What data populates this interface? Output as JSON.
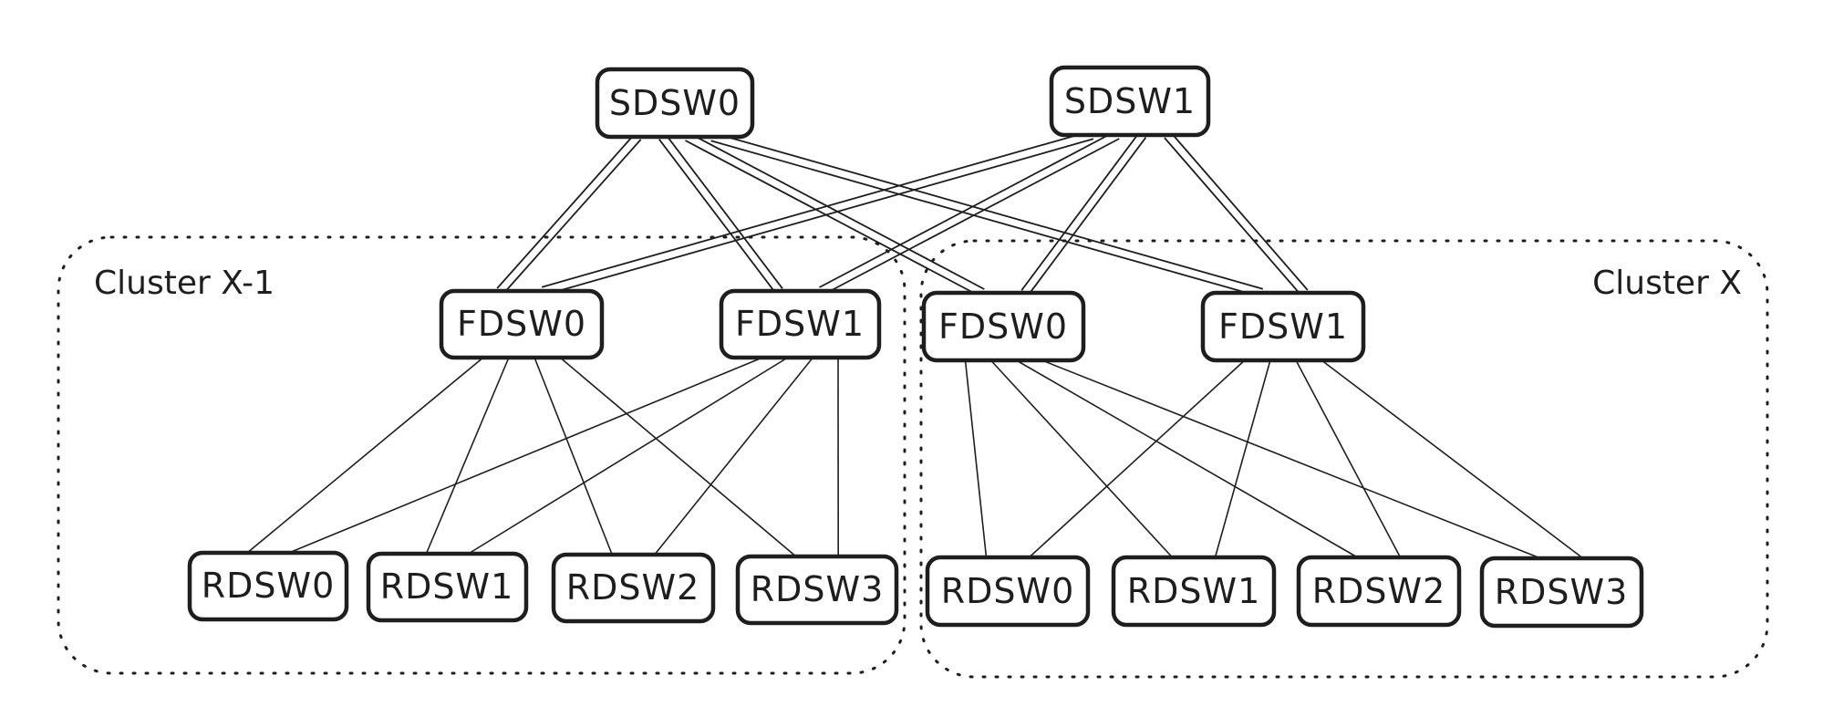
{
  "diagram": {
    "type": "network-topology",
    "spines": [
      {
        "id": "sdsw0",
        "label": "SDSW0"
      },
      {
        "id": "sdsw1",
        "label": "SDSW1"
      }
    ],
    "clusters": [
      {
        "id": "cx1",
        "label": "Cluster X-1",
        "fabric": [
          {
            "id": "cx1-fdsw0",
            "label": "FDSW0"
          },
          {
            "id": "cx1-fdsw1",
            "label": "FDSW1"
          }
        ],
        "racks": [
          {
            "id": "cx1-rdsw0",
            "label": "RDSW0"
          },
          {
            "id": "cx1-rdsw1",
            "label": "RDSW1"
          },
          {
            "id": "cx1-rdsw2",
            "label": "RDSW2"
          },
          {
            "id": "cx1-rdsw3",
            "label": "RDSW3"
          }
        ]
      },
      {
        "id": "cx",
        "label": "Cluster X",
        "fabric": [
          {
            "id": "cx-fdsw0",
            "label": "FDSW0"
          },
          {
            "id": "cx-fdsw1",
            "label": "FDSW1"
          }
        ],
        "racks": [
          {
            "id": "cx-rdsw0",
            "label": "RDSW0"
          },
          {
            "id": "cx-rdsw1",
            "label": "RDSW1"
          },
          {
            "id": "cx-rdsw2",
            "label": "RDSW2"
          },
          {
            "id": "cx-rdsw3",
            "label": "RDSW3"
          }
        ]
      }
    ],
    "uplinks": [
      {
        "from": "sdsw0",
        "to": "cx1-fdsw0",
        "count": 2
      },
      {
        "from": "sdsw0",
        "to": "cx1-fdsw1",
        "count": 2
      },
      {
        "from": "sdsw0",
        "to": "cx-fdsw0",
        "count": 2
      },
      {
        "from": "sdsw0",
        "to": "cx-fdsw1",
        "count": 2
      },
      {
        "from": "sdsw1",
        "to": "cx1-fdsw0",
        "count": 2
      },
      {
        "from": "sdsw1",
        "to": "cx1-fdsw1",
        "count": 2
      },
      {
        "from": "sdsw1",
        "to": "cx-fdsw0",
        "count": 2
      },
      {
        "from": "sdsw1",
        "to": "cx-fdsw1",
        "count": 2
      }
    ],
    "downlinks": [
      {
        "from": "cx1-fdsw0",
        "to": "cx1-rdsw0"
      },
      {
        "from": "cx1-fdsw0",
        "to": "cx1-rdsw1"
      },
      {
        "from": "cx1-fdsw0",
        "to": "cx1-rdsw2"
      },
      {
        "from": "cx1-fdsw0",
        "to": "cx1-rdsw3"
      },
      {
        "from": "cx1-fdsw1",
        "to": "cx1-rdsw0"
      },
      {
        "from": "cx1-fdsw1",
        "to": "cx1-rdsw1"
      },
      {
        "from": "cx1-fdsw1",
        "to": "cx1-rdsw2"
      },
      {
        "from": "cx1-fdsw1",
        "to": "cx1-rdsw3"
      },
      {
        "from": "cx-fdsw0",
        "to": "cx-rdsw0"
      },
      {
        "from": "cx-fdsw0",
        "to": "cx-rdsw1"
      },
      {
        "from": "cx-fdsw0",
        "to": "cx-rdsw2"
      },
      {
        "from": "cx-fdsw0",
        "to": "cx-rdsw3"
      },
      {
        "from": "cx-fdsw1",
        "to": "cx-rdsw0"
      },
      {
        "from": "cx-fdsw1",
        "to": "cx-rdsw1"
      },
      {
        "from": "cx-fdsw1",
        "to": "cx-rdsw2"
      },
      {
        "from": "cx-fdsw1",
        "to": "cx-rdsw3"
      }
    ]
  }
}
